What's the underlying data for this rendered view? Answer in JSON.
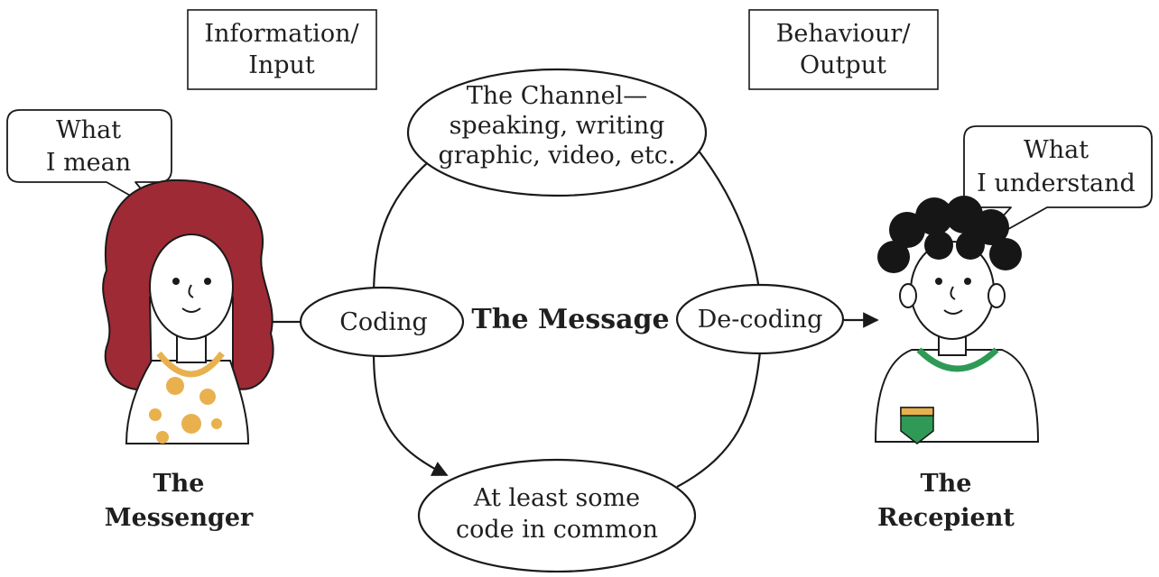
{
  "top_boxes": {
    "input": [
      "Information/",
      "Input"
    ],
    "output": [
      "Behaviour/",
      "Output"
    ]
  },
  "channel": [
    "The Channel—",
    "speaking, writing",
    "graphic, video, etc."
  ],
  "common_code": [
    "At least some",
    "code in common"
  ],
  "coding": "Coding",
  "decoding": "De-coding",
  "message": "The Message",
  "speech": {
    "messenger": [
      "What",
      "I mean"
    ],
    "recipient": [
      "What",
      "I understand"
    ]
  },
  "people": {
    "messenger": [
      "The",
      "Messenger"
    ],
    "recipient": [
      "The",
      "Recepient"
    ]
  },
  "colors": {
    "messenger_hair": "#9e2a36",
    "dress_dots": "#e8b14e",
    "recipient_collar": "#2e9a55",
    "recipient_hair": "#161616"
  }
}
